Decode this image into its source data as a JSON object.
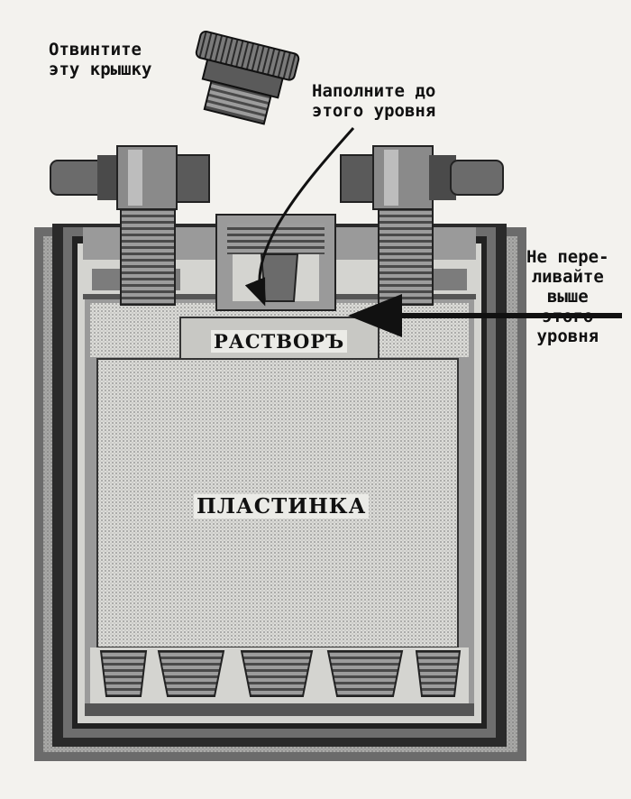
{
  "labels": {
    "unscrew_cap": "Отвинтите\nэту крышку",
    "fill_to_level": "Наполните до\nэтого уровня",
    "do_not_overfill": "Не пере-\nливайте\nвыше\nэтого\nуровня"
  },
  "parts": {
    "solution": "РАСТВОРЪ",
    "plate": "ПЛАСТИНКА"
  },
  "colors": {
    "ink": "#111111",
    "paper": "#f3f2ee",
    "case_outer": "#6b6b6b",
    "case_dark": "#2a2a2a",
    "grey_mid": "#9a9a9a",
    "grey_light": "#d4d4d0"
  }
}
